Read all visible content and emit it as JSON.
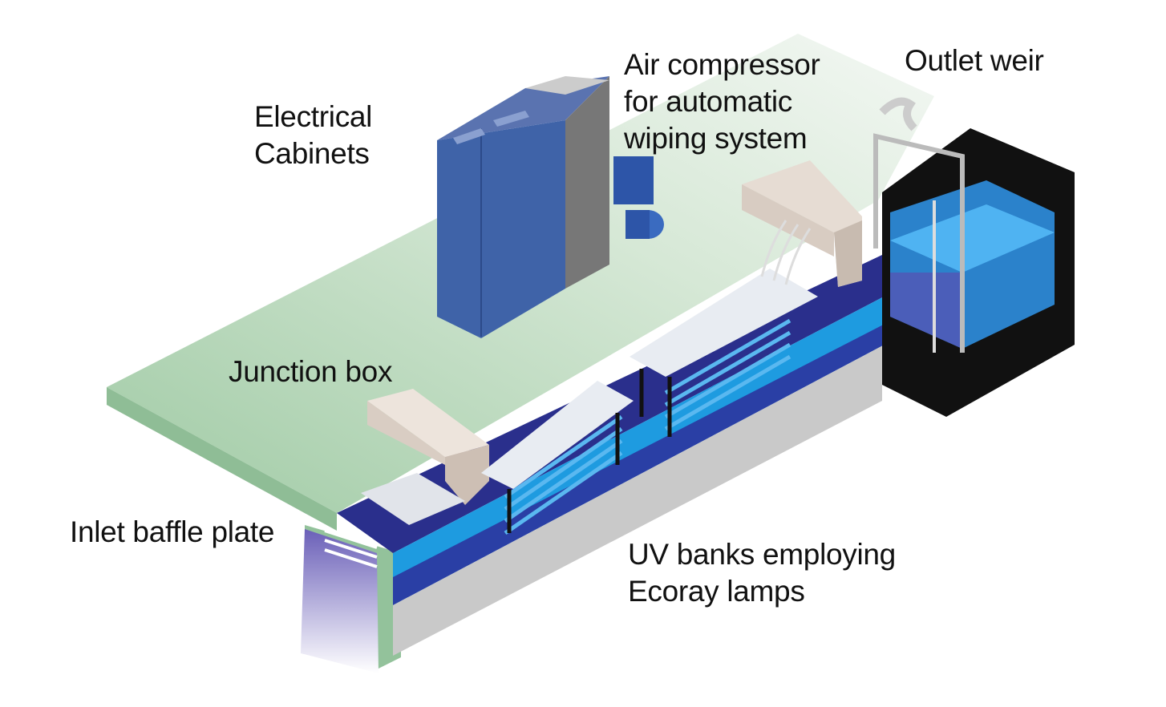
{
  "labels": {
    "electrical_cabinets": [
      "Electrical",
      "Cabinets"
    ],
    "air_compressor": [
      "Air compressor",
      "for automatic",
      "wiping system"
    ],
    "outlet_weir": "Outlet weir",
    "junction_box": "Junction box",
    "inlet_baffle_plate": "Inlet baffle plate",
    "uv_banks": [
      "UV banks employing",
      "Ecoray lamps"
    ]
  },
  "colors": {
    "platform": "#a9cfae",
    "channel_water": "#1e9be0",
    "channel_dark": "#232b8a",
    "cabinet": "#3f63a8",
    "wall": "#c8c8c8",
    "outlet_box": "#111111"
  }
}
